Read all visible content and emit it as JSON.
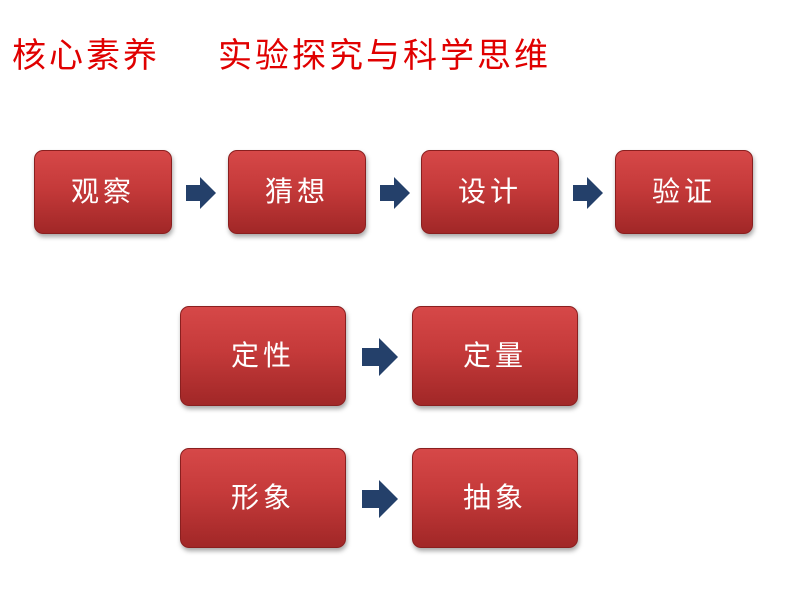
{
  "title": {
    "part1": "核心素养",
    "part2": "实验探究与科学思维"
  },
  "process_row": [
    "观察",
    "猜想",
    "设计",
    "验证"
  ],
  "pairs": [
    {
      "from": "定性",
      "to": "定量"
    },
    {
      "from": "形象",
      "to": "抽象"
    }
  ],
  "colors": {
    "title": "#e00000",
    "box_top": "#d64848",
    "box_bottom": "#a12727",
    "arrow": "#24406a",
    "box_text": "#ffffff"
  }
}
